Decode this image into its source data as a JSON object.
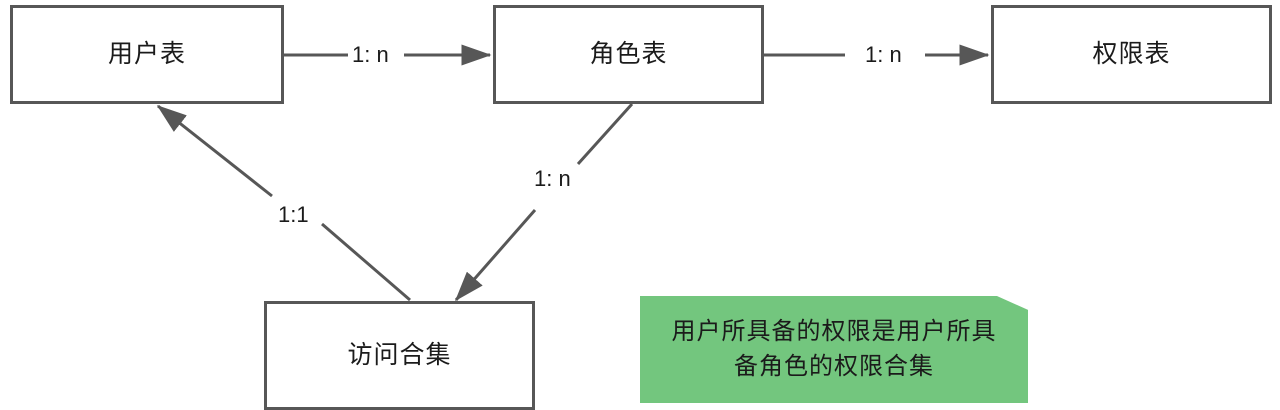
{
  "diagram": {
    "type": "entity-relationship",
    "background_color": "#ffffff",
    "line_color": "#575757",
    "text_color": "#1b1b1b",
    "note_color": "#73c67e",
    "entities": [
      {
        "id": "user-table",
        "label": "用户表"
      },
      {
        "id": "role-table",
        "label": "角色表"
      },
      {
        "id": "permission-table",
        "label": "权限表"
      },
      {
        "id": "access-set",
        "label": "访问合集"
      }
    ],
    "relations": [
      {
        "id": "user-to-role",
        "from": "用户表",
        "to": "角色表",
        "label": "1: n"
      },
      {
        "id": "role-to-permission",
        "from": "角色表",
        "to": "权限表",
        "label": "1: n"
      },
      {
        "id": "role-to-access",
        "from": "角色表",
        "to": "访问合集",
        "label": "1: n"
      },
      {
        "id": "access-to-user",
        "from": "访问合集",
        "to": "用户表",
        "label": "1:1"
      }
    ],
    "note": {
      "lines": [
        "用户所具备的权限是用户所具",
        "备角色的权限合集"
      ]
    }
  }
}
